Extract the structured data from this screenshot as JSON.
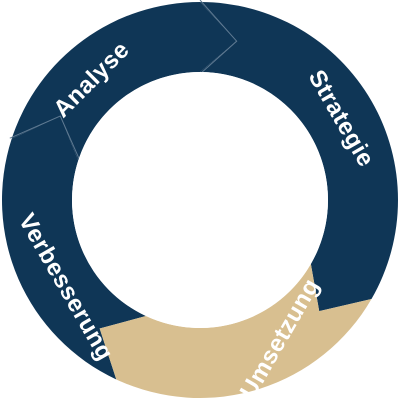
{
  "diagram": {
    "type": "cycle",
    "segments": [
      {
        "id": "analyse",
        "label": "Analyse",
        "color": "#0f3656"
      },
      {
        "id": "strategie",
        "label": "Strategie",
        "color": "#0f3656"
      },
      {
        "id": "umsetzung",
        "label": "Umsetzung",
        "color": "#d8bf90"
      },
      {
        "id": "verbesserung",
        "label": "Verbesserung",
        "color": "#0f3656"
      }
    ],
    "colors": {
      "dark": "#0f3656",
      "accent": "#d8bf90",
      "separator": "#5f7a92",
      "center": "#ffffff"
    }
  }
}
